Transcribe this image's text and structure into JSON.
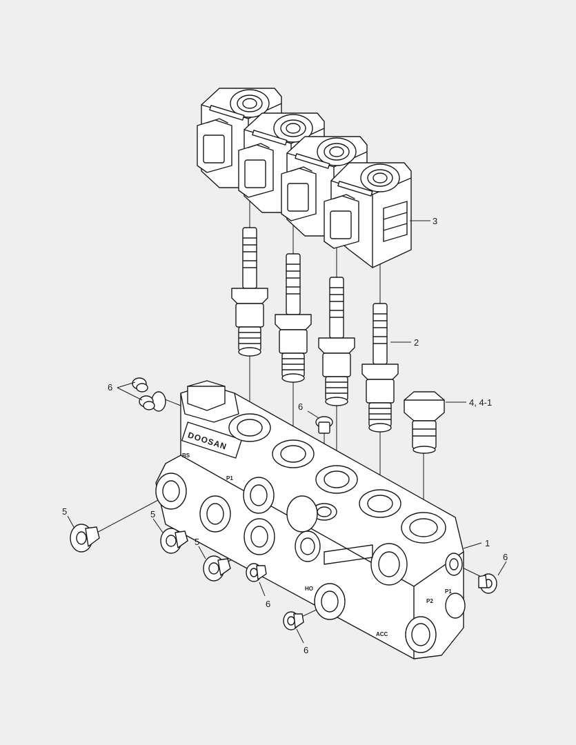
{
  "diagram": {
    "callouts": {
      "block": "1",
      "cartridge": "2",
      "coil": "3",
      "plug_large": "4, 4-1",
      "plug_left_1": "5",
      "plug_left_2": "5",
      "plug_left_3": "5",
      "plug_top_left": "6",
      "plug_center": "6",
      "plug_right": "6",
      "plug_bottom_1": "6",
      "plug_bottom_2": "6"
    },
    "block_markings": {
      "brand": "DOOSAN",
      "p1": "P1",
      "p2": "P2",
      "acc": "ACC",
      "ps": "P1",
      "bs": "BS",
      "ho": "HO"
    }
  }
}
